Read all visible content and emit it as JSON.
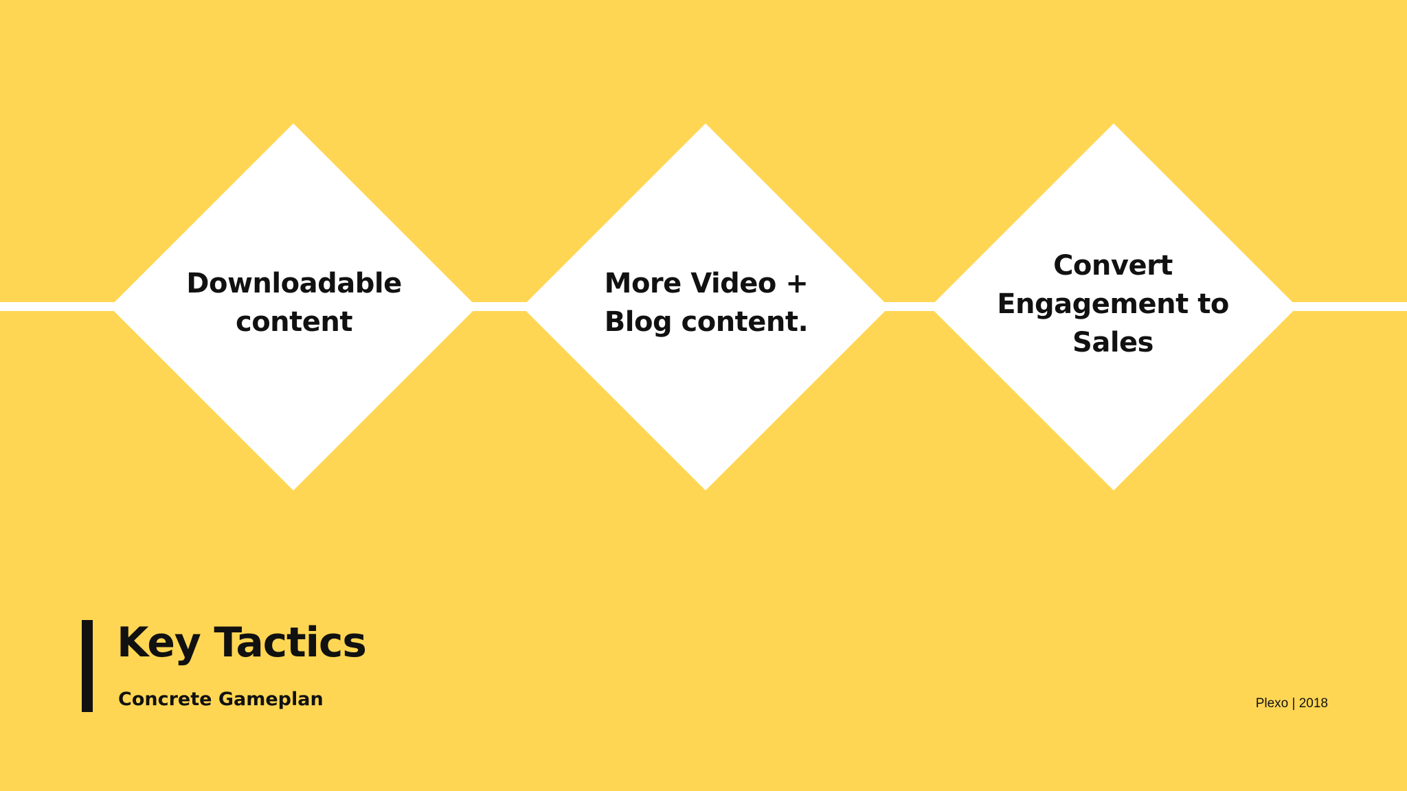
{
  "slide": {
    "background_color": "#FFD653",
    "shape_color": "#FFFFFF",
    "text_color": "#111111"
  },
  "tactics": [
    {
      "text": "Downloadable\ncontent"
    },
    {
      "text": "More Video +\nBlog content."
    },
    {
      "text": "Convert\nEngagement to\nSales"
    }
  ],
  "title": "Key Tactics",
  "subtitle": "Concrete Gameplan",
  "footer": "Plexo | 2018"
}
